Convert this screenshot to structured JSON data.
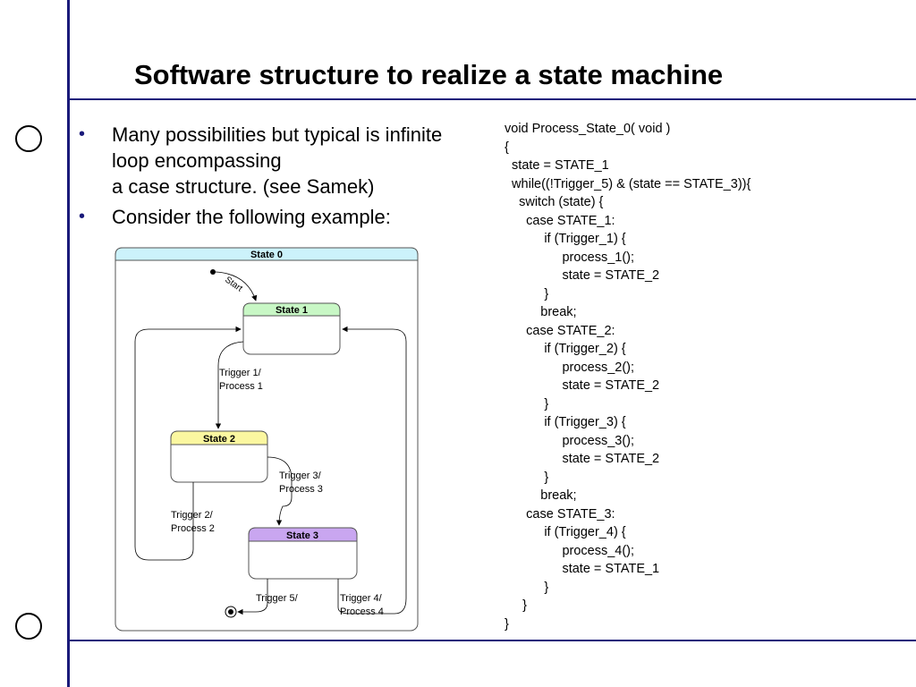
{
  "slide": {
    "title": "Software structure to realize a state machine",
    "bullets": [
      "Many possibilities but typical is infinite loop encompassing\na case structure. (see Samek)",
      "Consider the following example:"
    ],
    "bullet_glyph": "•"
  },
  "code_lines": [
    "void Process_State_0( void )",
    "{",
    "  state = STATE_1",
    "  while((!Trigger_5) & (state == STATE_3)){",
    "    switch (state) {",
    "      case STATE_1:",
    "           if (Trigger_1) {",
    "                process_1();",
    "                state = STATE_2",
    "           }",
    "          break;",
    "      case STATE_2:",
    "           if (Trigger_2) {",
    "                process_2();",
    "                state = STATE_2",
    "           }",
    "           if (Trigger_3) {",
    "                process_3();",
    "                state = STATE_2",
    "           }",
    "          break;",
    "      case STATE_3:",
    "           if (Trigger_4) {",
    "                process_4();",
    "                state = STATE_1",
    "           }",
    "     }",
    "}"
  ],
  "diagram": {
    "state0": "State 0",
    "state1": "State 1",
    "state2": "State 2",
    "state3": "State 3",
    "start": "Start",
    "t1_line1": "Trigger 1/",
    "t1_line2": "Process 1",
    "t2_line1": "Trigger 2/",
    "t2_line2": "Process 2",
    "t3_line1": "Trigger 3/",
    "t3_line2": "Process 3",
    "t4_line1": "Trigger 4/",
    "t4_line2": "Process 4",
    "t5": "Trigger 5/"
  },
  "colors": {
    "accent_line": "#1a1a7a",
    "state0_header": "#ccf2fb",
    "state1_header": "#c8f7c5",
    "state2_header": "#fbf7a0",
    "state3_header": "#c9a6f0"
  }
}
